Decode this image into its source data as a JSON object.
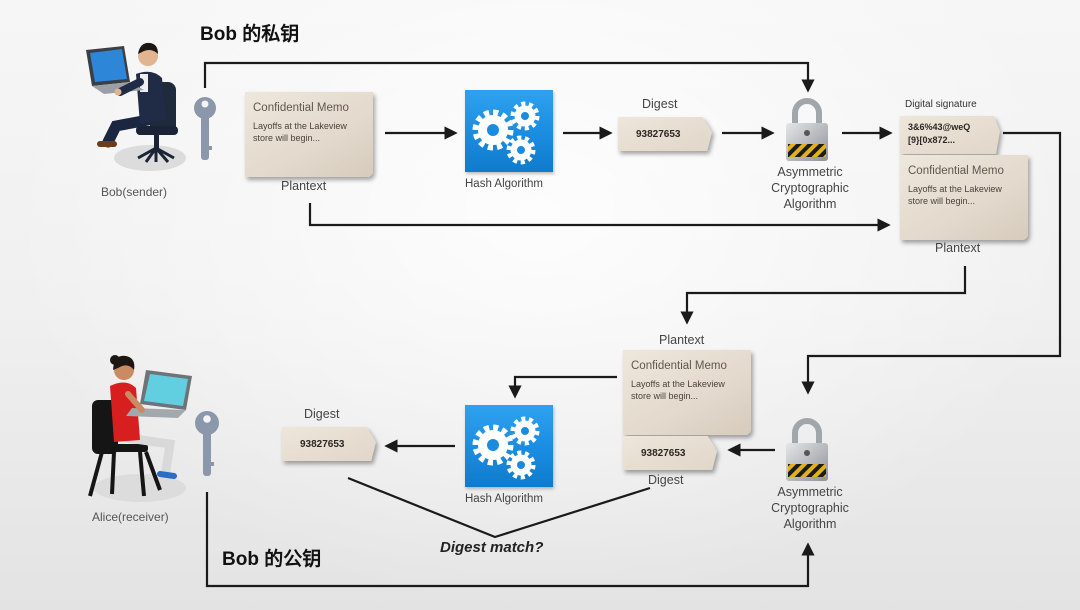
{
  "colors": {
    "background_top": "#f6f6f6",
    "background_bottom": "#e3e3e3",
    "hash_blue": "#1a8ce0",
    "paper": "#e3d9cc",
    "arrow": "#1a1a1a",
    "key": "#8b97aa",
    "lock_stripe_yellow": "#e2b21c"
  },
  "sender": {
    "private_key_title": "Bob 的私钥",
    "name": "Bob(sender)"
  },
  "receiver": {
    "public_key_title": "Bob 的公钥",
    "name": "Alice(receiver)"
  },
  "signing": {
    "memo": {
      "title": "Confidential Memo",
      "body_line1": "Layoffs at the Lakeview",
      "body_line2": "store will begin...",
      "label": "Plantext"
    },
    "hash_label": "Hash Algorithm",
    "digest": {
      "label": "Digest",
      "value": "93827653"
    },
    "crypto_label": [
      "Asymmetric",
      "Cryptographic",
      "Algorithm"
    ],
    "signature": {
      "label": "Digital signature",
      "line1": "3&6%43@weQ",
      "line2": "[9}[0x872..."
    },
    "memo_copy": {
      "title": "Confidential Memo",
      "body_line1": "Layoffs at the Lakeview",
      "body_line2": "store will begin...",
      "label": "Plantext"
    }
  },
  "verification": {
    "memo": {
      "title": "Confidential Memo",
      "body_line1": "Layoffs at the Lakeview",
      "body_line2": "store will begin...",
      "label": "Plantext"
    },
    "decrypted_digest": {
      "label": "Digest",
      "value": "93827653"
    },
    "hash_label": "Hash Algorithm",
    "computed_digest": {
      "label": "Digest",
      "value": "93827653"
    },
    "crypto_label": [
      "Asymmetric",
      "Cryptographic",
      "Algorithm"
    ],
    "match_question": "Digest match?"
  }
}
